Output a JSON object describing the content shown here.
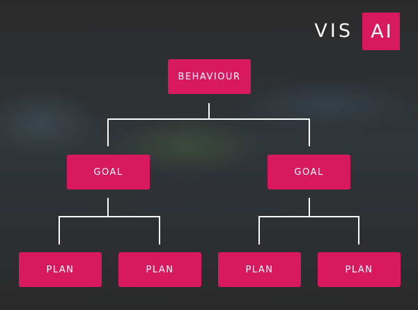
{
  "logo": {
    "left_text": "VIS",
    "right_text": "AI",
    "accent_color": "#d9195e"
  },
  "tree": {
    "root": {
      "label": "BEHAVIOUR"
    },
    "goals": [
      {
        "label": "GOAL",
        "plans": [
          {
            "label": "PLAN"
          },
          {
            "label": "PLAN"
          }
        ]
      },
      {
        "label": "GOAL",
        "plans": [
          {
            "label": "PLAN"
          },
          {
            "label": "PLAN"
          }
        ]
      }
    ]
  },
  "colors": {
    "node_fill": "#d9195e",
    "connector": "#ffffff",
    "background": "#2a2a2a"
  }
}
